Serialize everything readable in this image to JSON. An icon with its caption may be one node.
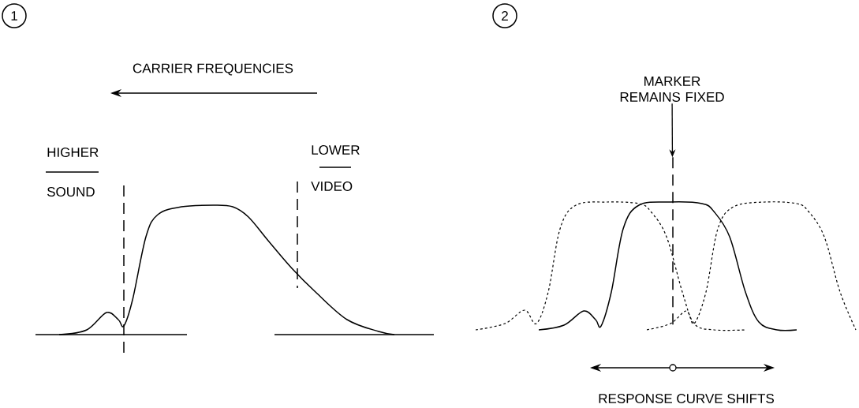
{
  "diagram": {
    "nodes": [
      {
        "text": [
          "1"
        ]
      },
      {
        "text": [
          "2"
        ]
      },
      {
        "text": [
          "MARKER REMAINS FIXED"
        ]
      },
      {
        "text": [],
        "shape": "line"
      }
    ],
    "edges": [
      {
        "from": 2,
        "to": 3,
        "arrow": "to"
      }
    ],
    "labels": [
      "CARRIER FREQUENCIES",
      "HIGHER",
      "LOWER",
      "SOUND",
      "VIDEO",
      "RESPONSE CURVE SHIFTS"
    ]
  }
}
